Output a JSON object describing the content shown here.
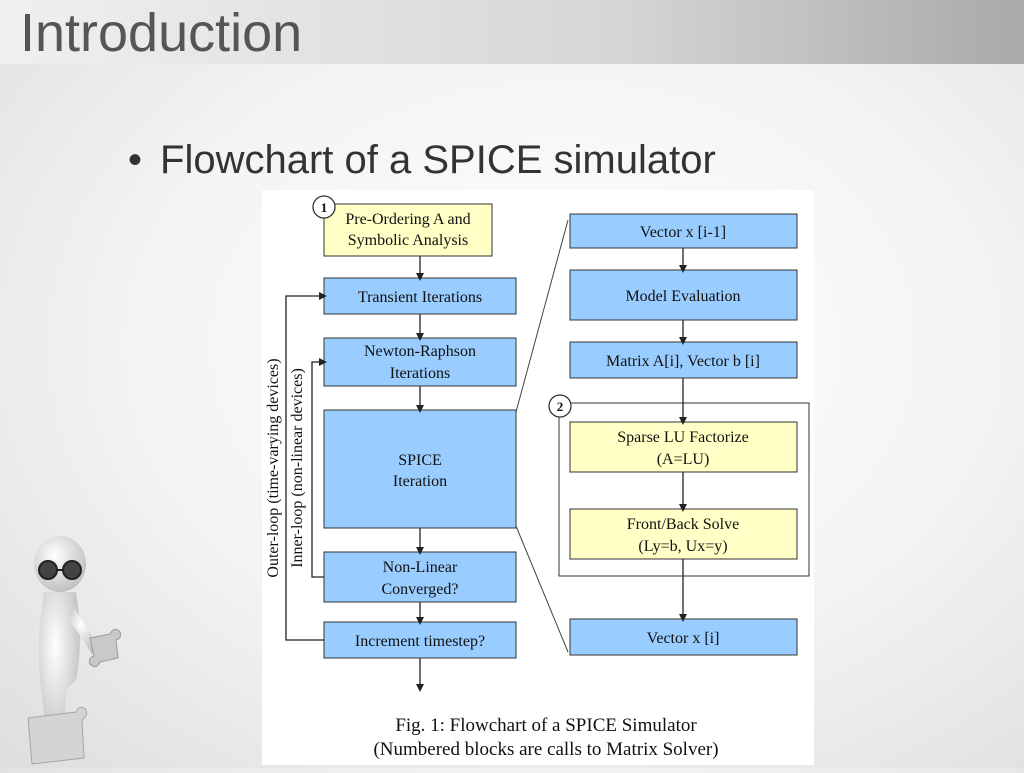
{
  "slide": {
    "title": "Introduction",
    "bullet_symbol": "•",
    "bullet_text": "Flowchart of a SPICE simulator"
  },
  "colors": {
    "yellow_block": "#ffffc6",
    "blue_block": "#99ccff",
    "border": "#333333",
    "title_text": "#555555"
  },
  "flowchart": {
    "left_column": [
      {
        "id": "preorder",
        "lines": [
          "Pre-Ordering A and",
          "Symbolic Analysis"
        ],
        "number": "1",
        "color": "yellow"
      },
      {
        "id": "transient",
        "lines": [
          "Transient Iterations"
        ],
        "color": "blue"
      },
      {
        "id": "newton",
        "lines": [
          "Newton-Raphson",
          "Iterations"
        ],
        "color": "blue"
      },
      {
        "id": "spice",
        "lines": [
          "SPICE",
          "Iteration"
        ],
        "color": "blue"
      },
      {
        "id": "nonlinear",
        "lines": [
          "Non-Linear",
          "Converged?"
        ],
        "color": "blue"
      },
      {
        "id": "increment",
        "lines": [
          "Increment timestep?"
        ],
        "color": "blue"
      }
    ],
    "right_column": [
      {
        "id": "vecprev",
        "lines": [
          "Vector x [i-1]"
        ],
        "color": "blue"
      },
      {
        "id": "model",
        "lines": [
          "Model Evaluation"
        ],
        "color": "blue"
      },
      {
        "id": "matrix",
        "lines": [
          "Matrix A[i], Vector b [i]"
        ],
        "color": "blue"
      },
      {
        "id": "lu",
        "lines": [
          "Sparse LU Factorize",
          "(A=LU)"
        ],
        "color": "yellow"
      },
      {
        "id": "solve",
        "lines": [
          "Front/Back Solve",
          "(Ly=b, Ux=y)"
        ],
        "color": "yellow"
      },
      {
        "id": "vecnext",
        "lines": [
          "Vector x [i]"
        ],
        "color": "blue"
      }
    ],
    "group_number": "2",
    "outer_loop_label": "Outer-loop (time-varying devices)",
    "inner_loop_label": "Inner-loop (non-linear devices)",
    "caption_line1": "Fig. 1: Flowchart of a SPICE Simulator",
    "caption_line2": "(Numbered blocks are calls to Matrix Solver)"
  }
}
